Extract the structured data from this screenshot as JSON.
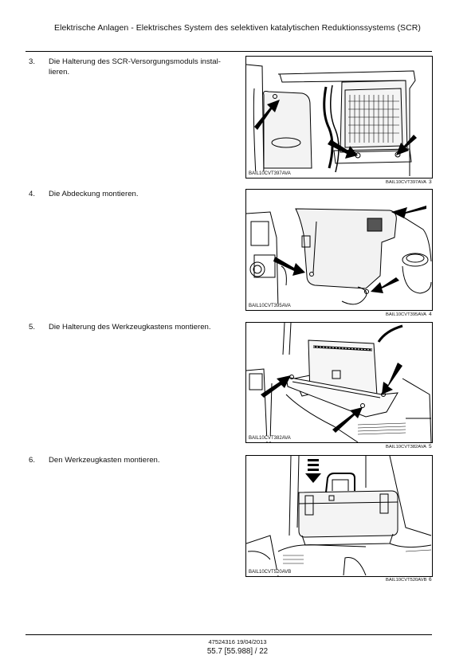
{
  "header": {
    "title": "Elektrische Anlagen - Elektrisches System des selektiven katalytischen Reduktionssystems (SCR)"
  },
  "steps": [
    {
      "number": "3.",
      "text": "Die Halterung des SCR-Versorgungsmoduls instal-lieren.",
      "image_label": "BAIL10CVT397AVA",
      "caption_label": "BAIL10CVT397AVA",
      "caption_number": "3"
    },
    {
      "number": "4.",
      "text": "Die Abdeckung montieren.",
      "image_label": "BAIL10CVT395AVA",
      "caption_label": "BAIL10CVT395AVA",
      "caption_number": "4"
    },
    {
      "number": "5.",
      "text": "Die Halterung des Werkzeugkastens montieren.",
      "image_label": "BAIL10CVT382AVA",
      "caption_label": "BAIL10CVT382AVA",
      "caption_number": "5"
    },
    {
      "number": "6.",
      "text": "Den Werkzeugkasten montieren.",
      "image_label": "BAIL10CVT520AVB",
      "caption_label": "BAIL10CVT520AVB",
      "caption_number": "6"
    }
  ],
  "footer": {
    "doc_id": "47524316 19/04/2013",
    "page": "55.7 [55.988] / 22"
  }
}
